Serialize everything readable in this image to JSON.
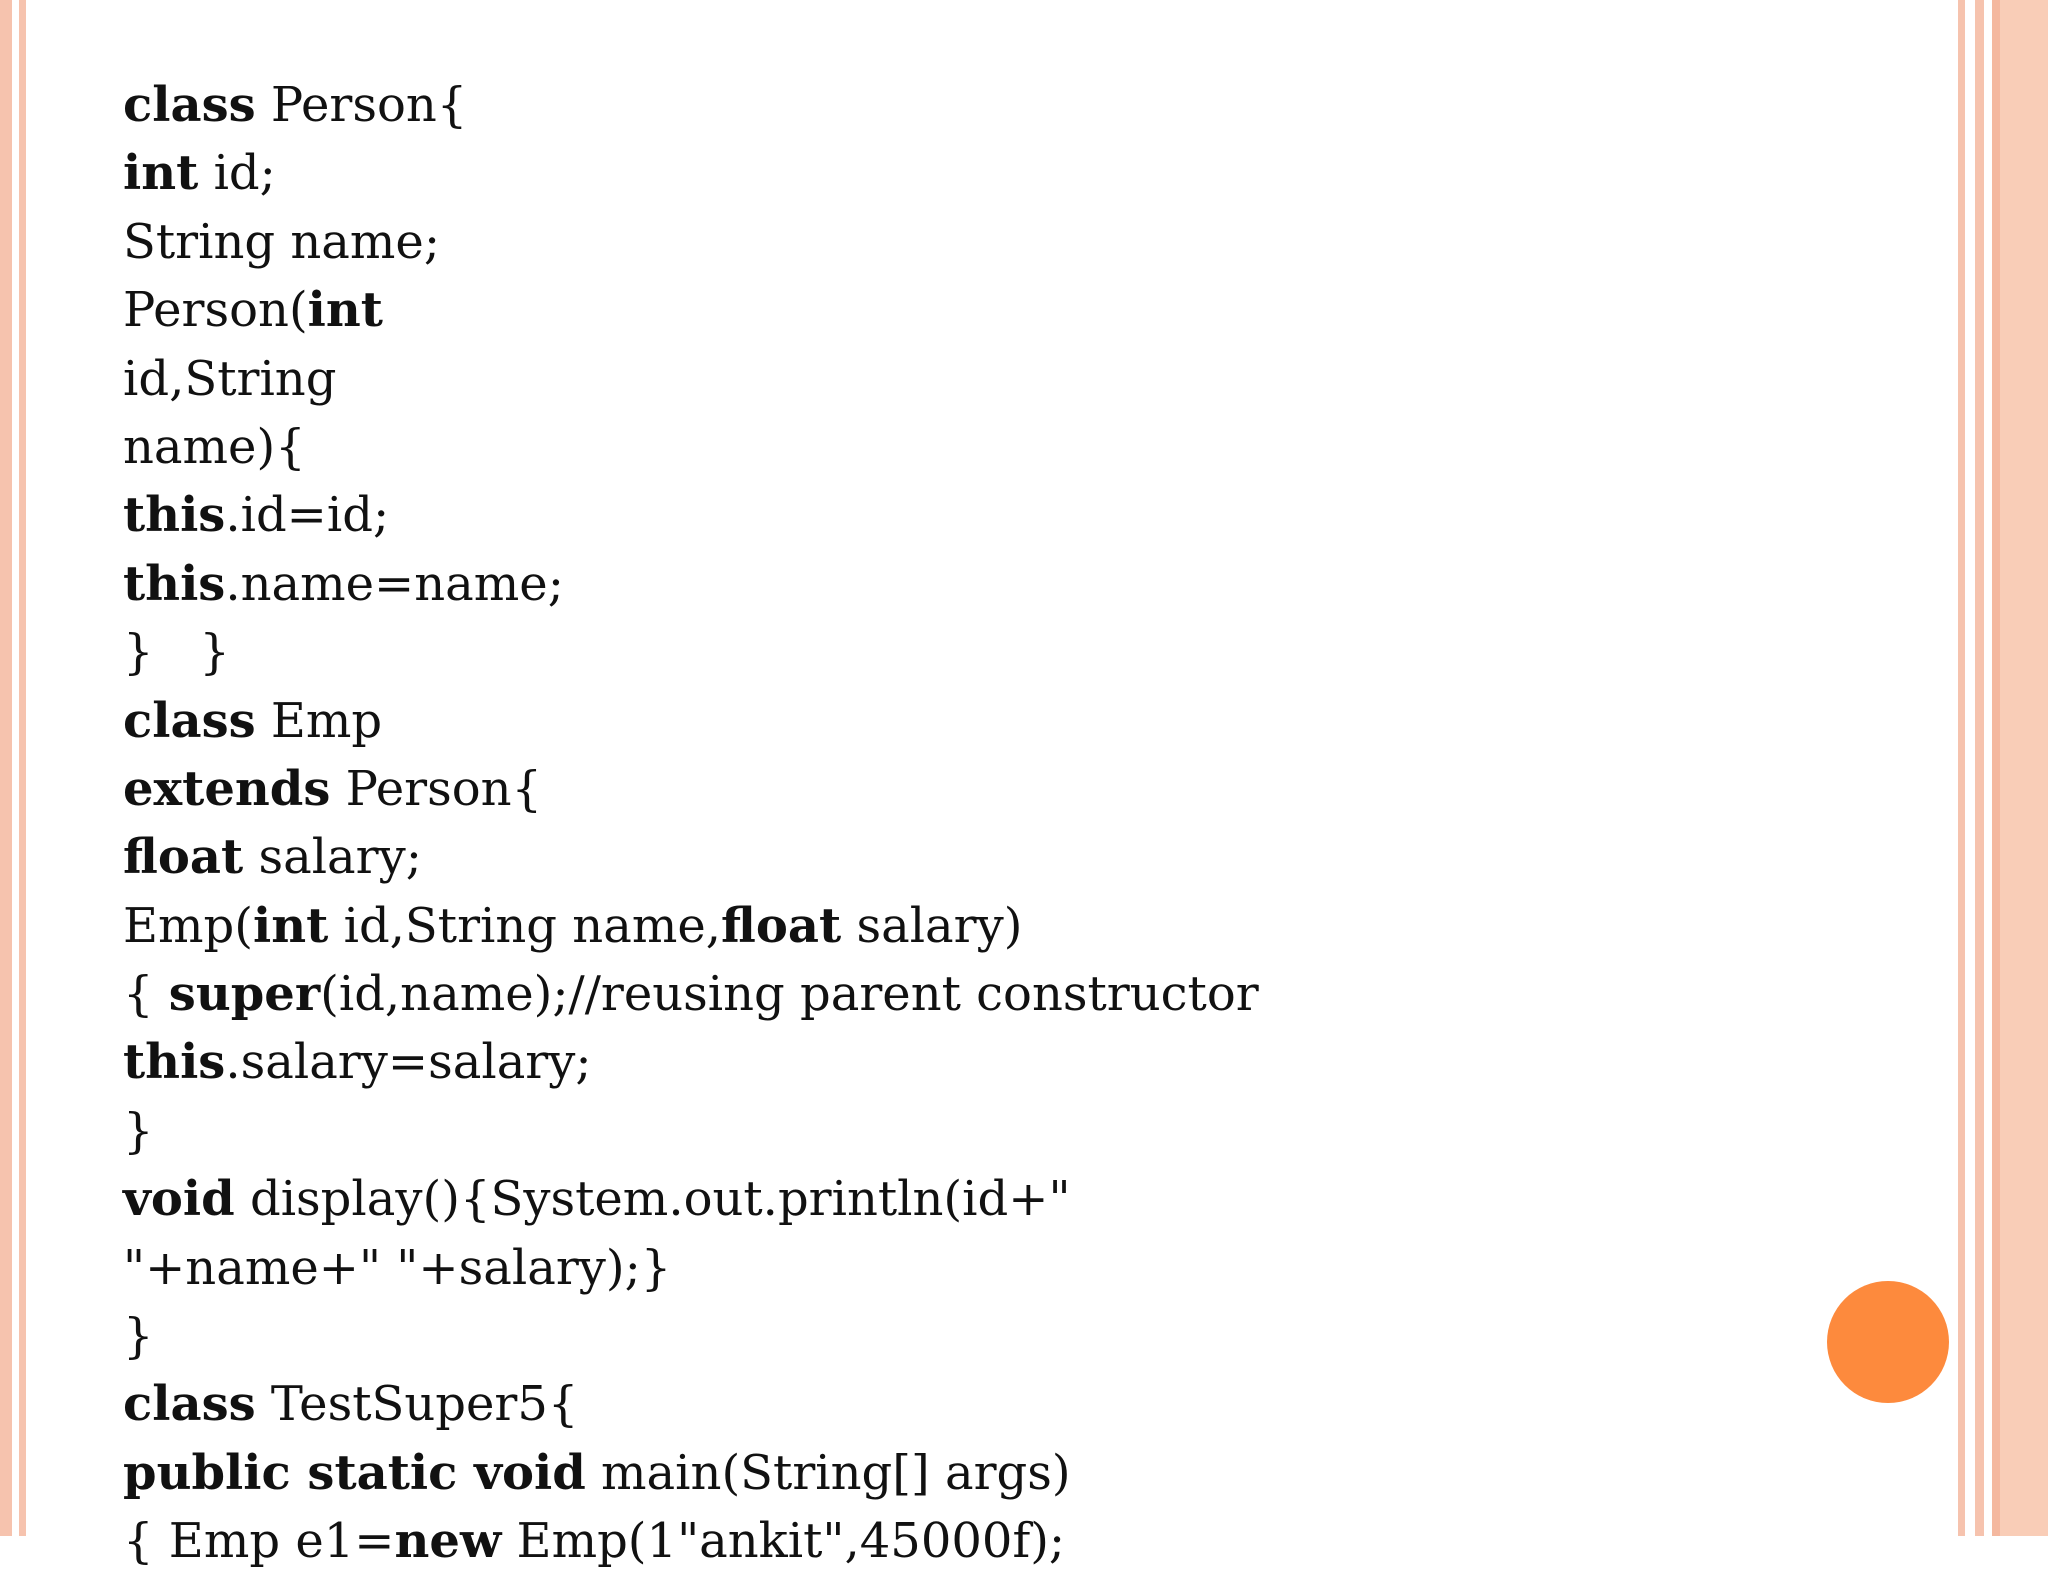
{
  "slide": {
    "accent_color": "#fd8a3d",
    "border_color": "#f6c3ae",
    "code_lines": [
      [
        {
          "t": "class",
          "b": true
        },
        {
          "t": " Person{",
          "b": false
        }
      ],
      [
        {
          "t": "int",
          "b": true
        },
        {
          "t": " id;",
          "b": false
        }
      ],
      [
        {
          "t": "String name;",
          "b": false
        }
      ],
      [
        {
          "t": "Person(",
          "b": false
        },
        {
          "t": "int",
          "b": true
        }
      ],
      [
        {
          "t": "id,String",
          "b": false
        }
      ],
      [
        {
          "t": "name){",
          "b": false
        }
      ],
      [
        {
          "t": "this",
          "b": true
        },
        {
          "t": ".id=id;",
          "b": false
        }
      ],
      [
        {
          "t": "this",
          "b": true
        },
        {
          "t": ".name=name;",
          "b": false
        }
      ],
      [
        {
          "t": "}   }",
          "b": false
        }
      ],
      [
        {
          "t": "class",
          "b": true
        },
        {
          "t": " Emp",
          "b": false
        }
      ],
      [
        {
          "t": "extends",
          "b": true
        },
        {
          "t": " Person{",
          "b": false
        }
      ],
      [
        {
          "t": "float",
          "b": true
        },
        {
          "t": " salary;",
          "b": false
        }
      ],
      [
        {
          "t": "Emp(",
          "b": false
        },
        {
          "t": "int",
          "b": true
        },
        {
          "t": " id,String name,",
          "b": false
        },
        {
          "t": "float",
          "b": true
        },
        {
          "t": " salary)",
          "b": false
        }
      ],
      [
        {
          "t": "{ ",
          "b": false
        },
        {
          "t": "super",
          "b": true
        },
        {
          "t": "(id,name);//reusing parent constructor",
          "b": false
        }
      ],
      [
        {
          "t": "this",
          "b": true
        },
        {
          "t": ".salary=salary;",
          "b": false
        }
      ],
      [
        {
          "t": "}",
          "b": false
        }
      ],
      [
        {
          "t": "void",
          "b": true
        },
        {
          "t": " display(){System.out.println(id+\"",
          "b": false
        }
      ],
      [
        {
          "t": "\"+name+\" \"+salary);}",
          "b": false
        }
      ],
      [
        {
          "t": "}",
          "b": false
        }
      ],
      [
        {
          "t": "class",
          "b": true
        },
        {
          "t": " TestSuper5{",
          "b": false
        }
      ],
      [
        {
          "t": "public static void",
          "b": true
        },
        {
          "t": " main(String[] args)",
          "b": false
        }
      ],
      [
        {
          "t": "{ Emp e1=",
          "b": false
        },
        {
          "t": "new",
          "b": true
        },
        {
          "t": " Emp(1\"ankit\",45000f);",
          "b": false
        }
      ]
    ]
  }
}
